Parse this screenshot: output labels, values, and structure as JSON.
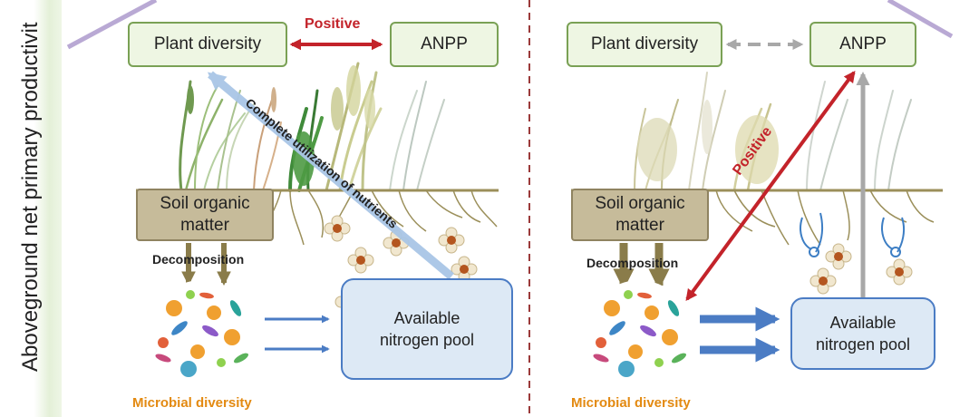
{
  "y_axis_label": "Aboveground net primary productivit",
  "left_panel": {
    "plant_diversity": "Plant diversity",
    "anpp": "ANPP",
    "positive": "Positive",
    "nutrient_path": "Complete utilization of nutrients",
    "soil_organic_matter": "Soil organic\nmatter",
    "decomposition": "Decomposition",
    "nitrogen_pool": "Available\nnitrogen pool",
    "microbial_diversity": "Microbial diversity"
  },
  "right_panel": {
    "plant_diversity": "Plant diversity",
    "anpp": "ANPP",
    "positive": "Positive",
    "soil_organic_matter": "Soil organic\nmatter",
    "decomposition": "Decomposition",
    "nitrogen_pool": "Available\nnitrogen pool",
    "microbial_diversity": "Microbial diversity"
  },
  "colors": {
    "positive_arrow": "#c3232a",
    "flow_arrow": "#4b7cc4",
    "decomposition_arrow": "#8a7c4a",
    "neutral_arrow": "#a8a8a8",
    "panel_divider": "#9b3a3a"
  }
}
